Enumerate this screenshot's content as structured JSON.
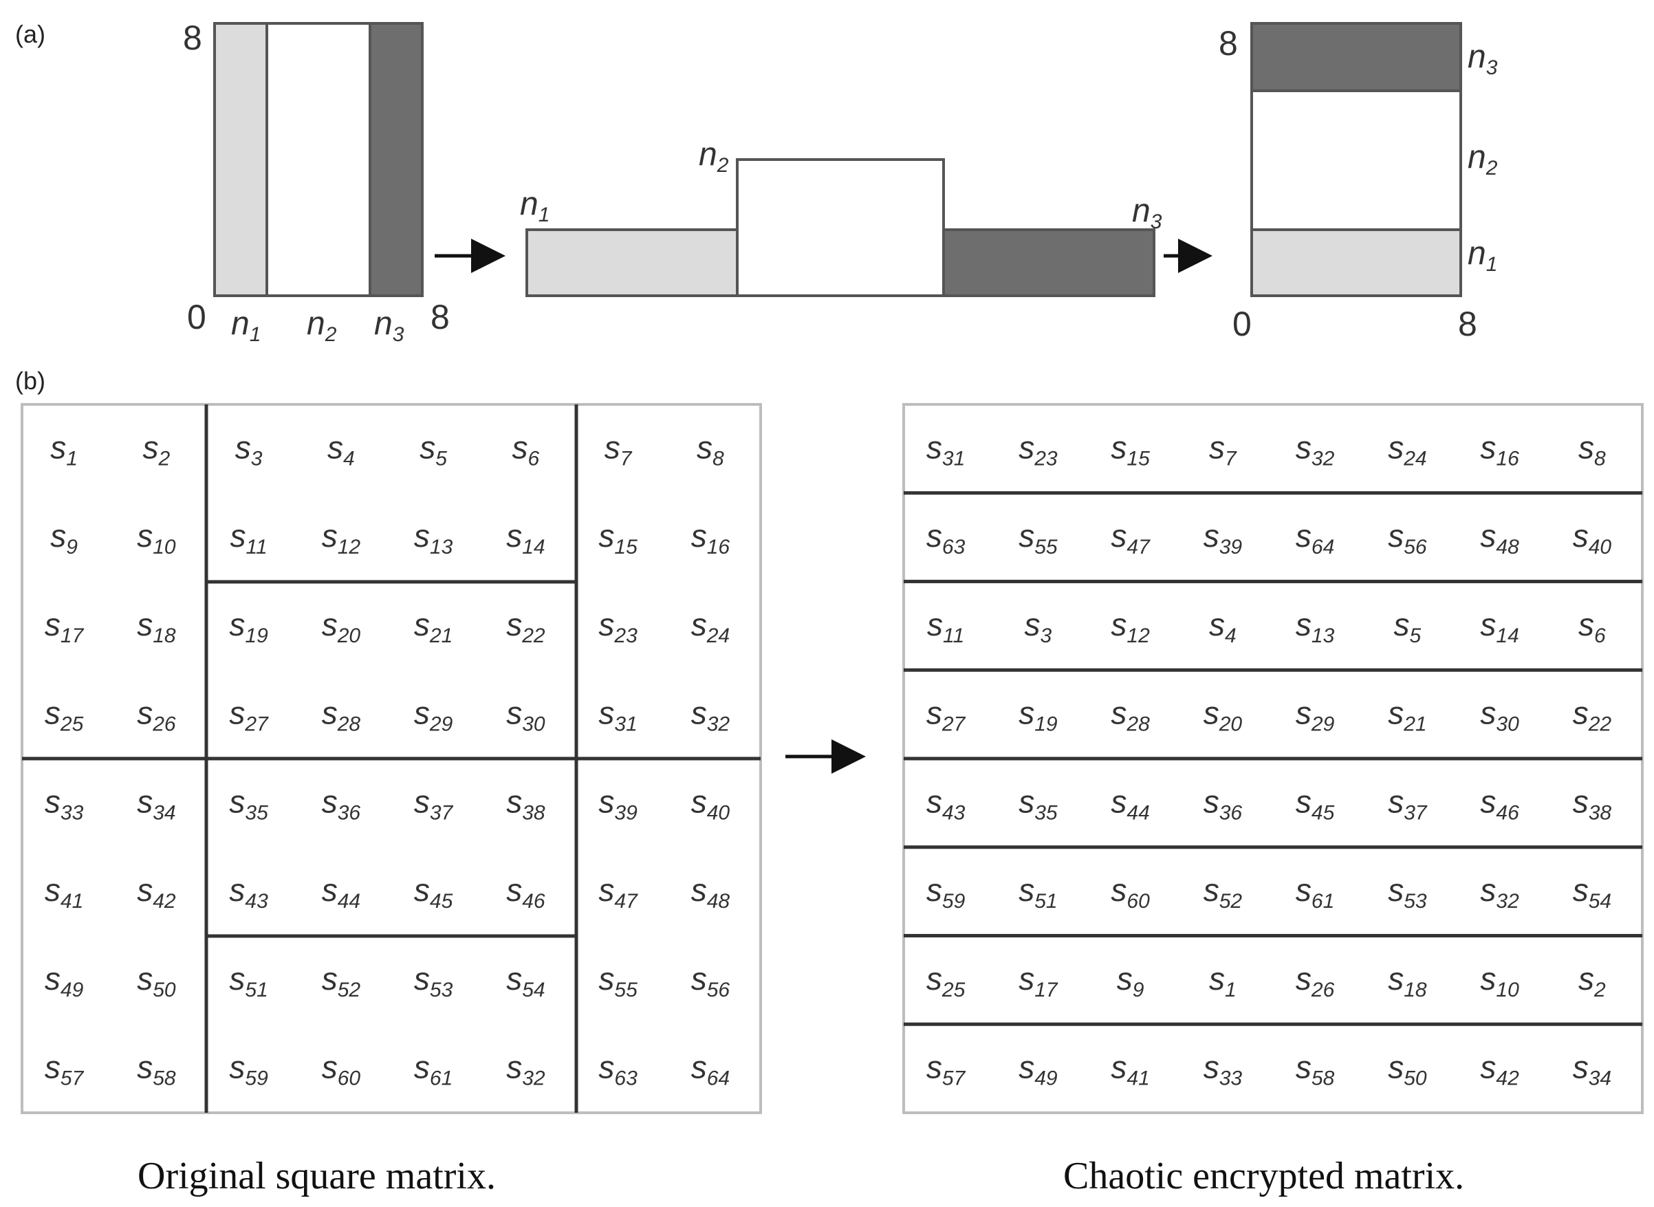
{
  "panel_a": {
    "label": "(a)",
    "axis": {
      "zero": "0",
      "eight": "8"
    },
    "n_labels": {
      "n1": "1",
      "n2": "2",
      "n3": "3"
    },
    "colors": {
      "light": "#dcdcdc",
      "mid": "#ffffff",
      "dark": "#6e6e6e",
      "stroke": "#555555"
    }
  },
  "panel_b": {
    "label": "(b)",
    "original_matrix": {
      "caption": "Original square matrix.",
      "rows": [
        [
          "1",
          "2",
          "3",
          "4",
          "5",
          "6",
          "7",
          "8"
        ],
        [
          "9",
          "10",
          "11",
          "12",
          "13",
          "14",
          "15",
          "16"
        ],
        [
          "17",
          "18",
          "19",
          "20",
          "21",
          "22",
          "23",
          "24"
        ],
        [
          "25",
          "26",
          "27",
          "28",
          "29",
          "30",
          "31",
          "32"
        ],
        [
          "33",
          "34",
          "35",
          "36",
          "37",
          "38",
          "39",
          "40"
        ],
        [
          "41",
          "42",
          "43",
          "44",
          "45",
          "46",
          "47",
          "48"
        ],
        [
          "49",
          "50",
          "51",
          "52",
          "53",
          "54",
          "55",
          "56"
        ],
        [
          "57",
          "58",
          "59",
          "60",
          "61",
          "32",
          "63",
          "64"
        ]
      ]
    },
    "encrypted_matrix": {
      "caption": "Chaotic encrypted matrix.",
      "rows": [
        [
          "31",
          "23",
          "15",
          "7",
          "32",
          "24",
          "16",
          "8"
        ],
        [
          "63",
          "55",
          "47",
          "39",
          "64",
          "56",
          "48",
          "40"
        ],
        [
          "11",
          "3",
          "12",
          "4",
          "13",
          "5",
          "14",
          "6"
        ],
        [
          "27",
          "19",
          "28",
          "20",
          "29",
          "21",
          "30",
          "22"
        ],
        [
          "43",
          "35",
          "44",
          "36",
          "45",
          "37",
          "46",
          "38"
        ],
        [
          "59",
          "51",
          "60",
          "52",
          "61",
          "53",
          "32",
          "54"
        ],
        [
          "25",
          "17",
          "9",
          "1",
          "26",
          "18",
          "10",
          "2"
        ],
        [
          "57",
          "49",
          "41",
          "33",
          "58",
          "50",
          "42",
          "34"
        ]
      ]
    },
    "symbol": "s"
  }
}
